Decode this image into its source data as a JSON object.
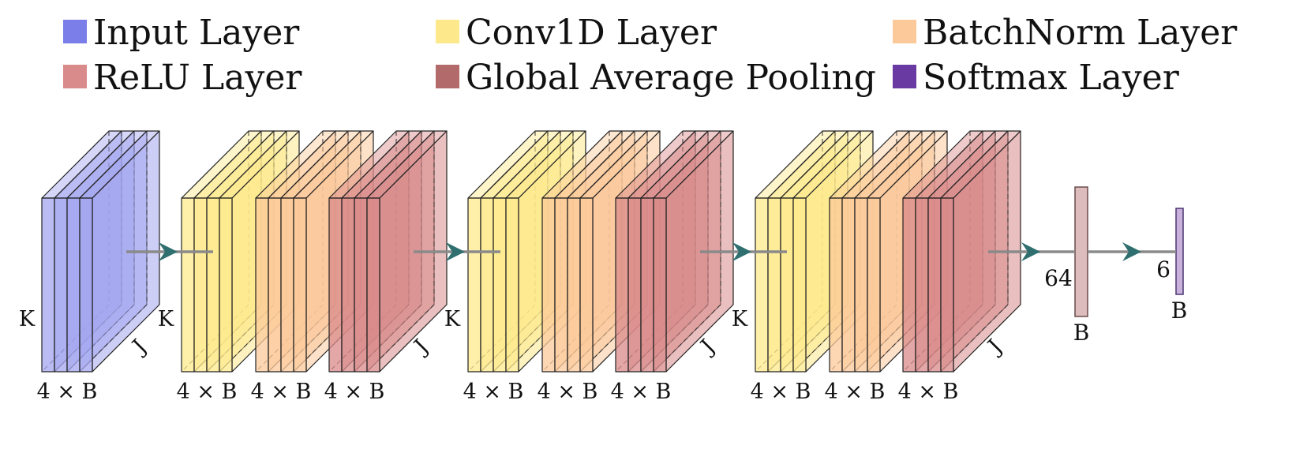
{
  "legend": [
    {
      "label": "Input Layer",
      "color": "#7b7ee8",
      "kind": "input"
    },
    {
      "label": "Conv1D Layer",
      "color": "#fde98c",
      "kind": "conv"
    },
    {
      "label": "BatchNorm Layer",
      "color": "#fcc99a",
      "kind": "batchnorm"
    },
    {
      "label": "ReLU Layer",
      "color": "#d98a8a",
      "kind": "relu"
    },
    {
      "label": "Global Average Pooling",
      "color": "#b36a6a",
      "kind": "gap"
    },
    {
      "label": "Softmax Layer",
      "color": "#6a3aa3",
      "kind": "softmax"
    }
  ],
  "network": {
    "input": {
      "depth_label": "4 × B",
      "height_label": "K",
      "width_label": "J"
    },
    "blocks": [
      {
        "height_label": "K",
        "width_label": "J",
        "layers": [
          {
            "kind": "conv",
            "label": "4 × B"
          },
          {
            "kind": "batchnorm",
            "label": "4 × B"
          },
          {
            "kind": "relu",
            "label": "4 × B"
          }
        ]
      },
      {
        "height_label": "K",
        "width_label": "J",
        "layers": [
          {
            "kind": "conv",
            "label": "4 × B"
          },
          {
            "kind": "batchnorm",
            "label": "4 × B"
          },
          {
            "kind": "relu",
            "label": "4 × B"
          }
        ]
      },
      {
        "height_label": "K",
        "width_label": "J",
        "layers": [
          {
            "kind": "conv",
            "label": "4 × B"
          },
          {
            "kind": "batchnorm",
            "label": "4 × B"
          },
          {
            "kind": "relu",
            "label": "4 × B"
          }
        ]
      }
    ],
    "gap": {
      "size_label": "64",
      "bottom_label": "B"
    },
    "softmax": {
      "size_label": "6",
      "bottom_label": "B"
    }
  },
  "colors": {
    "input_face": "#a3a6ef",
    "input_dark": "#7b7ee8",
    "conv_face": "#fde98c",
    "batchnorm_face": "#fcc99a",
    "relu_face": "#d98a8a",
    "gap_fill": "#dcbcbc",
    "softmax_fill": "#c8b2dc",
    "arrow": "#2f6f6f",
    "line": "#8a8a8a"
  }
}
